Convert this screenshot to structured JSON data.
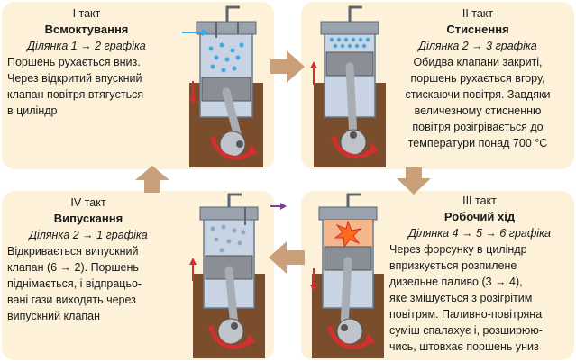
{
  "strokes": [
    {
      "takt": "I такт",
      "name": "Всмоктування",
      "section": "Ділянка 1 → 2 графіка",
      "lines": [
        "Поршень рухається вниз.",
        "Через відкритий впускний",
        "клапан повітря втягується",
        "в циліндр"
      ]
    },
    {
      "takt": "II такт",
      "name": "Стиснення",
      "section": "Ділянка 2 → 3 графіка",
      "lines": [
        "Обидва клапани закриті,",
        "поршень рухається вгору,",
        "стискаючи повітря. Завдяки",
        "величезному стисненню",
        "повітря розігрівається до",
        "температури понад 700 °С"
      ]
    },
    {
      "takt": "III такт",
      "name": "Робочий хід",
      "section": "Ділянка 4 → 5 → 6 графіка",
      "lines": [
        "Через форсунку в циліндр",
        "впризкується розпилене",
        "дизельне паливо (3 → 4),",
        "яке змішується з розігрітим",
        "повітрям. Паливно-повітряна",
        "суміш спалахує і, розширюю-",
        "чись, штовхає поршень униз"
      ]
    },
    {
      "takt": "IV такт",
      "name": "Випускання",
      "section": "Ділянка 2 → 1 графіка",
      "lines": [
        "Відкривається випускний",
        "клапан (6 → 2). Поршень",
        "піднімається, і відпрацьо-",
        "вані гази виходять через",
        "випускний клапан"
      ]
    }
  ],
  "colors": {
    "panel": "#fdf2d9",
    "block": "#7a4e2c",
    "cylinder": "#c8d4e4",
    "piston": "#8a8f96",
    "flow_arrow": "#c9a07a",
    "red": "#d32f2f",
    "blue": "#3fa9e0",
    "purple": "#7b3fa0"
  }
}
